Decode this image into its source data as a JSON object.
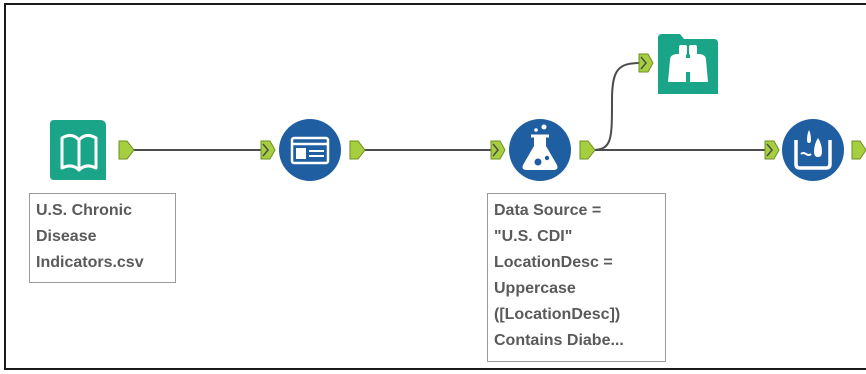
{
  "workflow": {
    "input_tool": {
      "icon": "book-icon",
      "color": "#1aa589",
      "annotation": [
        "U.S. Chronic",
        "Disease",
        "Indicators.csv"
      ]
    },
    "select_tool": {
      "icon": "select-icon",
      "color": "#1f5fa1"
    },
    "formula_tool": {
      "icon": "flask-icon",
      "color": "#1f5fa1",
      "annotation": [
        "Data Source =",
        "\"U.S. CDI\"",
        "LocationDesc =",
        "Uppercase",
        "([LocationDesc])",
        "Contains Diabe..."
      ]
    },
    "browse_tool": {
      "icon": "binoculars-icon",
      "color": "#1aa589"
    },
    "cleanse_tool": {
      "icon": "cleanse-icon",
      "color": "#1f5fa1"
    },
    "anchor_color": "#a6cf3f",
    "wire_color": "#4d4d4d"
  }
}
